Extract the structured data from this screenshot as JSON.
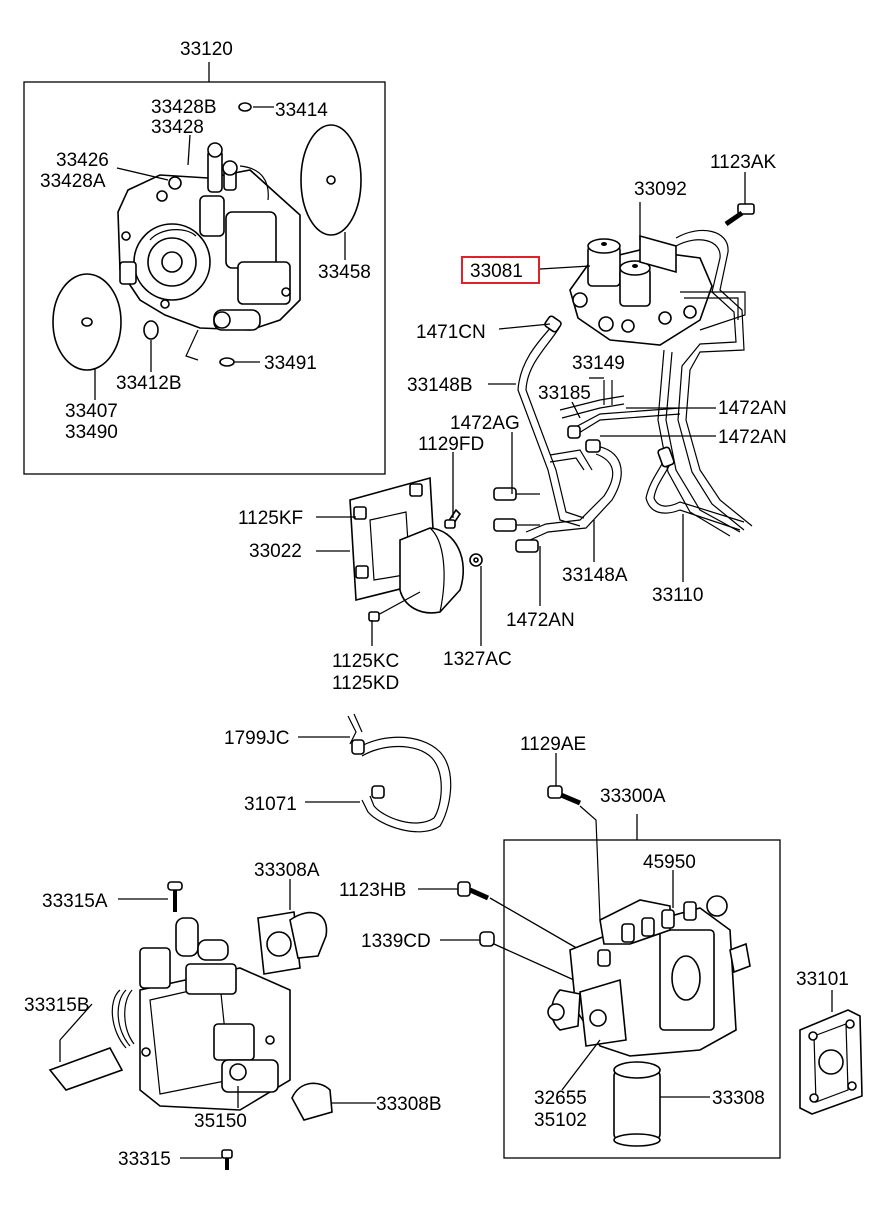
{
  "labels": {
    "p33120": "33120",
    "p33428B": "33428B",
    "p33414": "33414",
    "p33428": "33428",
    "p33426": "33426",
    "p33428A": "33428A",
    "p33458": "33458",
    "p33491": "33491",
    "p33412B": "33412B",
    "p33407": "33407",
    "p33490": "33490",
    "p1123AK": "1123AK",
    "p33092": "33092",
    "p33081": "33081",
    "p1471CN": "1471CN",
    "p33149": "33149",
    "p33148B": "33148B",
    "p33185": "33185",
    "p1472AN_a": "1472AN",
    "p1472AG": "1472AG",
    "p1472AN_b": "1472AN",
    "p1129FD": "1129FD",
    "p1125KF": "1125KF",
    "p33022": "33022",
    "p33148A": "33148A",
    "p33110": "33110",
    "p1472AN_c": "1472AN",
    "p1125KC": "1125KC",
    "p1125KD": "1125KD",
    "p1327AC": "1327AC",
    "p1799JC": "1799JC",
    "p1129AE": "1129AE",
    "p31071": "31071",
    "p33300A": "33300A",
    "p33308A": "33308A",
    "p45950": "45950",
    "p33315A": "33315A",
    "p1123HB": "1123HB",
    "p1339CD": "1339CD",
    "p33101": "33101",
    "p33315B": "33315B",
    "p32655": "32655",
    "p35102": "35102",
    "p33308": "33308",
    "p35150": "35150",
    "p33308B": "33308B",
    "p33315": "33315"
  },
  "highlight": {
    "part": "33081",
    "color": "#e0202a"
  }
}
